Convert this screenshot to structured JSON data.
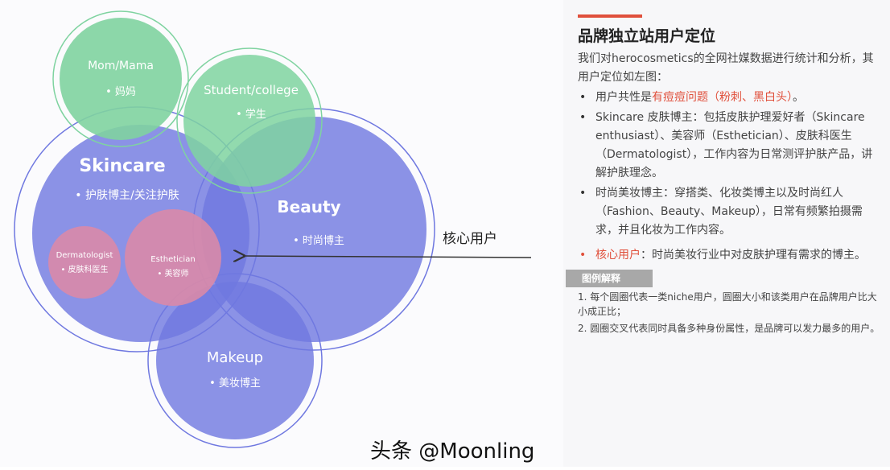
{
  "diagram": {
    "circles": [
      {
        "id": "mom",
        "title": "Mom/Mama",
        "sub": "• 妈妈",
        "color": "#7fd3a0"
      },
      {
        "id": "student",
        "title": "Student/college",
        "sub": "• 学生",
        "color": "#7fd3a0"
      },
      {
        "id": "skincare",
        "title": "Skincare",
        "sub": "• 护肤博主/关注护肤",
        "color": "#6f78e0"
      },
      {
        "id": "beauty",
        "title": "Beauty",
        "sub": "• 时尚博主",
        "color": "#6f78e0"
      },
      {
        "id": "makeup",
        "title": "Makeup",
        "sub": "• 美妆博主",
        "color": "#6f78e0"
      },
      {
        "id": "derm",
        "title": "Dermatologist",
        "sub": "• 皮肤科医生",
        "color": "#d98aa8"
      },
      {
        "id": "esth",
        "title": "Esthetician",
        "sub": "• 美容师",
        "color": "#d98aa8"
      }
    ],
    "arrow_label": "核心用户"
  },
  "panel": {
    "title": "品牌独立站用户定位",
    "intro": "我们对herocosmetics的全网社媒数据进行统计和分析，其用户定位如左图：",
    "b1_pre": "用户共性是",
    "b1_red": "有痘痘问题（粉刺、黑白头）",
    "b1_post": "。",
    "b2": "Skincare 皮肤博主：包括皮肤护理爱好者（Skincare enthusiast）、美容师（Esthetician）、皮肤科医生（Dermatologist），工作内容为日常测评护肤产品，讲解护肤理念。",
    "b3": "时尚美妆博主：穿搭类、化妆类博主以及时尚红人（Fashion、Beauty、Makeup），日常有频繁拍摄需求，并且化妆为工作内容。",
    "b4_red": "核心用户",
    "b4": "：时尚美妆行业中对皮肤护理有需求的博主。",
    "legend_title": "图例解释",
    "legend1": "1. 每个圆圈代表一类niche用户，圆圈大小和该类用户在品牌用户比大小成正比；",
    "legend2": "2. 圆圈交叉代表同时具备多种身份属性，是品牌可以发力最多的用户。"
  },
  "watermark": "头条 @Moonling"
}
